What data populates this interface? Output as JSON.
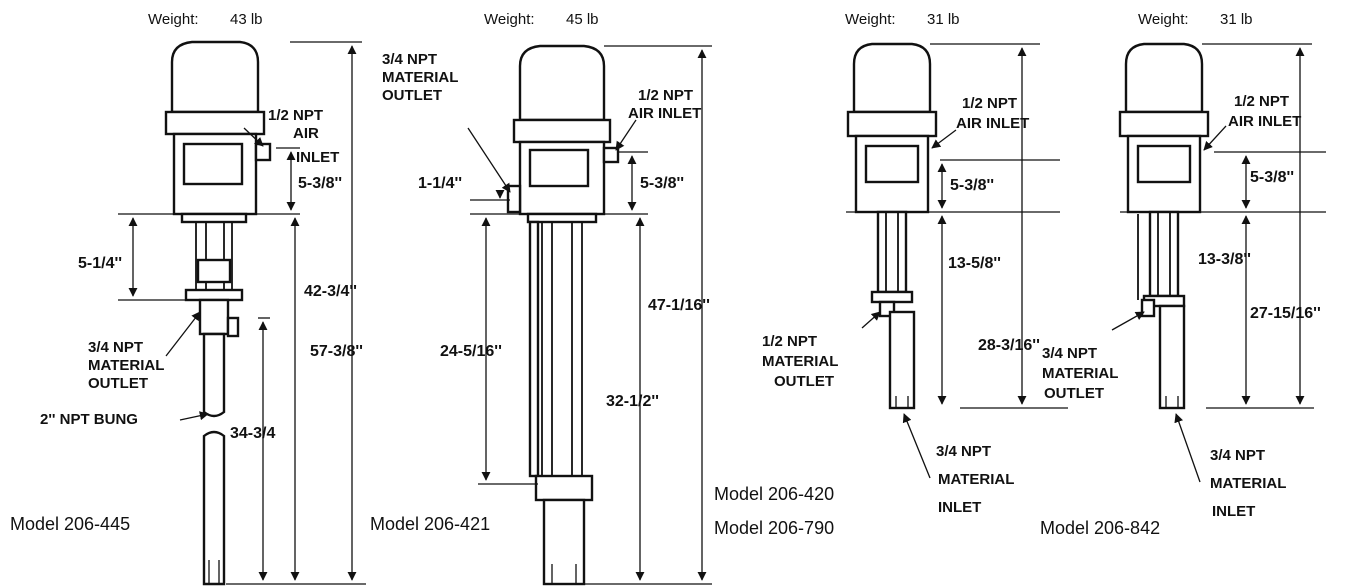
{
  "pumps": [
    {
      "weight_label": "Weight:",
      "weight_value": "43 lb",
      "model": "Model 206-445",
      "air_inlet": [
        "1/2 NPT",
        "AIR",
        "INLET"
      ],
      "material_outlet": [
        "3/4 NPT",
        "MATERIAL",
        "OUTLET"
      ],
      "bung": "2'' NPT BUNG",
      "dims": {
        "a": "5-3/8''",
        "b": "5-1/4''",
        "c": "42-3/4''",
        "d": "34-3/4",
        "e": "57-3/8''"
      }
    },
    {
      "weight_label": "Weight:",
      "weight_value": "45 lb",
      "model": "Model 206-421",
      "air_inlet": [
        "1/2 NPT",
        "AIR INLET"
      ],
      "material_outlet": [
        "3/4 NPT",
        "MATERIAL",
        "OUTLET"
      ],
      "dims": {
        "a": "1-1/4''",
        "b": "5-3/8''",
        "c": "24-5/16''",
        "d": "47-1/16''",
        "e": "32-1/2''"
      }
    },
    {
      "weight_label": "Weight:",
      "weight_value": "31 lb",
      "models": [
        "Model 206-420",
        "Model 206-790"
      ],
      "air_inlet": [
        "1/2 NPT",
        "AIR INLET"
      ],
      "material_outlet": [
        "1/2 NPT",
        "MATERIAL",
        "OUTLET"
      ],
      "material_inlet": [
        "3/4 NPT",
        "MATERIAL",
        "INLET"
      ],
      "dims": {
        "a": "5-3/8''",
        "b": "13-5/8''",
        "c": "28-3/16''"
      }
    },
    {
      "weight_label": "Weight:",
      "weight_value": "31 lb",
      "model": "Model 206-842",
      "air_inlet": [
        "1/2 NPT",
        "AIR INLET"
      ],
      "material_outlet": [
        "3/4 NPT",
        "MATERIAL",
        "OUTLET"
      ],
      "material_inlet": [
        "3/4 NPT",
        "MATERIAL",
        "INLET"
      ],
      "dims": {
        "a": "5-3/8''",
        "b": "13-3/8''",
        "c": "27-15/16''"
      }
    }
  ]
}
